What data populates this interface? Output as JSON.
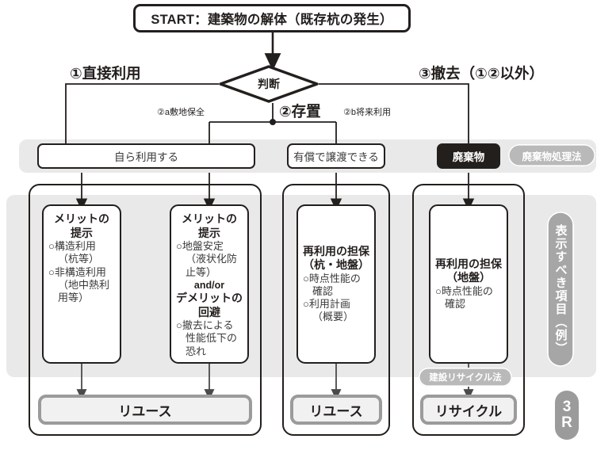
{
  "start": {
    "label": "START：建築物の解体（既存杭の発生）"
  },
  "decision": {
    "label": "判断"
  },
  "branches": {
    "direct": "①直接利用",
    "removal": "③撤去（①②以外）",
    "store": "②存置",
    "a_site": "②a敷地保全",
    "b_future": "②b将来利用"
  },
  "status_boxes": [
    {
      "name": "self-use",
      "label": "自ら利用する"
    },
    {
      "name": "paid-transfer",
      "label": "有償で譲渡できる"
    },
    {
      "name": "waste",
      "label": "廃棄物"
    }
  ],
  "law_pills": {
    "waste_law": "廃棄物処理法",
    "recycle_law": "建設リサイクル法"
  },
  "cards": [
    {
      "name": "merit-structural",
      "head": [
        "メリットの",
        "提示"
      ],
      "lines": [
        {
          "text": "○構造利用",
          "indent": false
        },
        {
          "text": "（杭等）",
          "indent": true
        },
        {
          "text": "○非構造利用",
          "indent": false
        },
        {
          "text": "（地中熱利",
          "indent": true
        },
        {
          "text": "用等）",
          "indent": true
        }
      ]
    },
    {
      "name": "merit-ground",
      "head": [
        "メリットの",
        "提示"
      ],
      "lines": [
        {
          "text": "○地盤安定",
          "indent": false
        },
        {
          "text": "（液状化防",
          "indent": true
        },
        {
          "text": "止等）",
          "indent": true
        }
      ],
      "andor": "and/or",
      "head2": [
        "デメリットの",
        "回避"
      ],
      "lines2": [
        {
          "text": "○撤去による",
          "indent": false
        },
        {
          "text": "性能低下の",
          "indent": true
        },
        {
          "text": "恐れ",
          "indent": true
        }
      ]
    },
    {
      "name": "reuse-assurance-pile-ground",
      "head": [
        "再利用の担保",
        "（杭・地盤）"
      ],
      "lines": [
        {
          "text": "○時点性能の",
          "indent": false
        },
        {
          "text": "確認",
          "indent": true
        },
        {
          "text": "○利用計画",
          "indent": false
        },
        {
          "text": "（概要）",
          "indent": true
        }
      ]
    },
    {
      "name": "reuse-assurance-ground",
      "head": [
        "再利用の担保",
        "（地盤）"
      ],
      "lines": [
        {
          "text": "○時点性能の",
          "indent": false
        },
        {
          "text": "確認",
          "indent": true
        }
      ]
    }
  ],
  "outcomes": [
    {
      "name": "reuse-left",
      "label": "リユース"
    },
    {
      "name": "reuse-mid",
      "label": "リユース"
    },
    {
      "name": "recycle",
      "label": "リサイクル"
    }
  ],
  "side": {
    "vertical_label": "表示すべき項目（例）",
    "badge_line1": "3",
    "badge_line2": "R"
  },
  "colors": {
    "ink": "#231f1d",
    "band": "#e9e9e9",
    "pill": "#b9b9b9",
    "outcome_border": "#9b9b9b",
    "outcome_fill": "#f1f1f1"
  }
}
